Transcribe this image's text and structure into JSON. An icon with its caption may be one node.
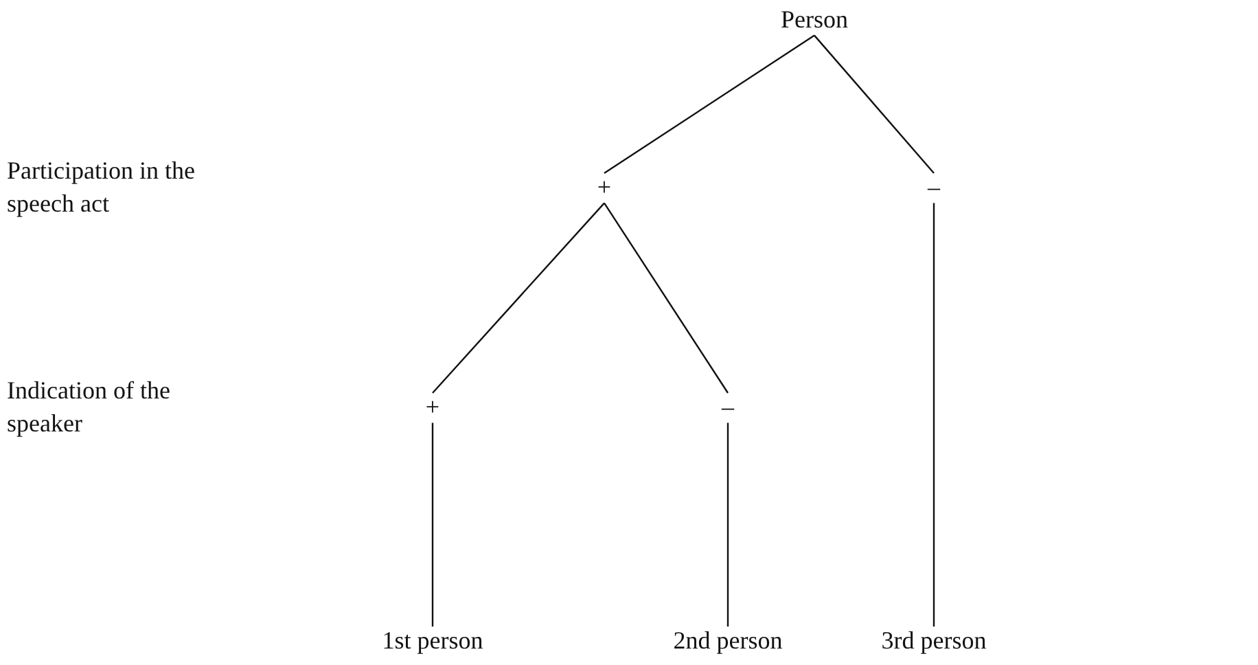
{
  "diagram": {
    "nodes": [
      {
        "text": [
          "Person"
        ]
      },
      {
        "text": [
          "+"
        ]
      },
      {
        "text": [
          "–"
        ]
      },
      {
        "text": [
          "+"
        ]
      },
      {
        "text": [
          "–"
        ]
      },
      {
        "text": [
          "1st person"
        ]
      },
      {
        "text": [
          "2nd person"
        ]
      },
      {
        "text": [
          "3rd person"
        ]
      }
    ],
    "edges": [
      {
        "from": 0,
        "to": 1,
        "arrow": "none"
      },
      {
        "from": 0,
        "to": 2,
        "arrow": "none"
      },
      {
        "from": 1,
        "to": 3,
        "arrow": "none"
      },
      {
        "from": 1,
        "to": 4,
        "arrow": "none"
      },
      {
        "from": 3,
        "to": 5,
        "arrow": "none"
      },
      {
        "from": 4,
        "to": 6,
        "arrow": "none"
      },
      {
        "from": 2,
        "to": 7,
        "arrow": "none"
      }
    ],
    "labels": [
      "Participation in the speech act",
      "Indication of the speaker"
    ]
  }
}
